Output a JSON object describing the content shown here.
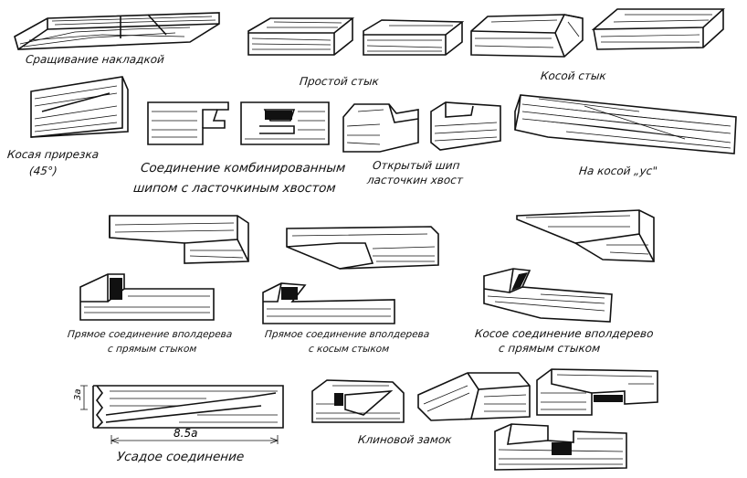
{
  "captions": {
    "splice_overlay": "Сращивание накладкой",
    "simple_butt": "Простой стык",
    "oblique_butt": "Косой стык",
    "oblique_cut_line1": "Косая прирезка",
    "oblique_cut_line2": "(45°)",
    "combo_tenon_line1": "Соединение комбинированным",
    "combo_tenon_line2": "шипом с ласточкиным хвостом",
    "open_dovetail_line1": "Открытый шип",
    "open_dovetail_line2": "ласточкин хвост",
    "scarf_miter": "На косой „ус\"",
    "half_lap_straight_line1": "Прямое соединение вполдерева",
    "half_lap_straight_line2": "с прямым стыком",
    "half_lap_oblique_line1": "Прямое соединение вполдерева",
    "half_lap_oblique_line2": "с косым стыком",
    "oblique_half_lap_line1": "Косое соединение вполдерево",
    "oblique_half_lap_line2": "с прямым стыком",
    "shrink_joint": "Усадое соединение",
    "wedge_lock": "Клиновой замок"
  },
  "dimensions": {
    "thickness_label": "3a",
    "length_label": "8.5a"
  },
  "colors": {
    "ink": "#111111",
    "paper": "#ffffff"
  }
}
